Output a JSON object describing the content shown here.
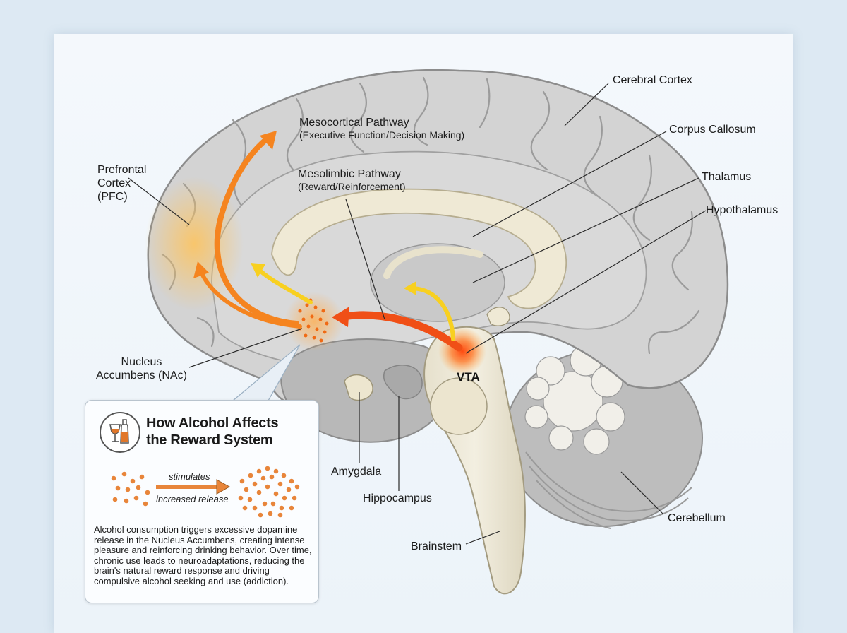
{
  "labels": {
    "cerebral_cortex": "Cerebral Cortex",
    "corpus_callosum": "Corpus Callosum",
    "thalamus": "Thalamus",
    "hypothalamus": "Hypothalamus",
    "prefrontal_cortex": "Prefrontal\nCortex\n(PFC)",
    "mesocortical_title": "Mesocortical Pathway",
    "mesocortical_sub": "(Executive Function/Decision Making)",
    "mesolimbic_title": "Mesolimbic Pathway",
    "mesolimbic_sub": "(Reward/Reinforcement)",
    "nucleus_accumbens": "Nucleus\nAccumbens (NAc)",
    "vta": "VTA",
    "amygdala": "Amygdala",
    "hippocampus": "Hippocampus",
    "cerebellum": "Cerebellum",
    "brainstem": "Brainstem"
  },
  "info": {
    "title": "How Alcohol Affects\nthe Reward System",
    "stimulates": "stimulates",
    "increased_release": "increased release",
    "body": "Alcohol consumption triggers excessive dopamine release in the Nucleus Accumbens, creating intense pleasure and reinforcing drinking behavior. Over time, chronic use leads to neuroadaptations, reducing the brain's natural reward response and driving compulsive alcohol seeking and use (addiction)."
  },
  "colors": {
    "pathway_orange": "#f26a1b",
    "pathway_yellow": "#f8d020",
    "brain_gray": "#cfcfcf",
    "glow": "#ffb347"
  },
  "icons": [
    "wine-glass-icon",
    "bottle-icon"
  ]
}
